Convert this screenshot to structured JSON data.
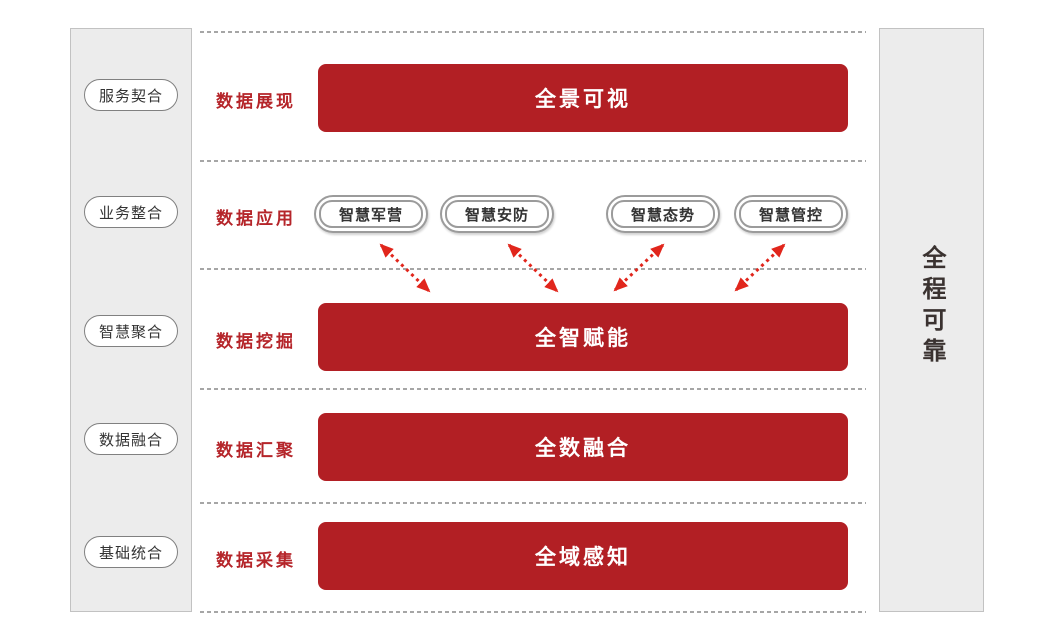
{
  "left_panel": {
    "items": [
      {
        "label": "服务契合"
      },
      {
        "label": "业务整合"
      },
      {
        "label": "智慧聚合"
      },
      {
        "label": "数据融合"
      },
      {
        "label": "基础统合"
      }
    ]
  },
  "right_panel": {
    "label": "全程可靠"
  },
  "rows": [
    {
      "label": "数据展现",
      "bar": "全景可视"
    },
    {
      "label": "数据应用",
      "pills": [
        "智慧军营",
        "智慧安防",
        "智慧态势",
        "智慧管控"
      ]
    },
    {
      "label": "数据挖掘",
      "bar": "全智赋能"
    },
    {
      "label": "数据汇聚",
      "bar": "全数融合"
    },
    {
      "label": "数据采集",
      "bar": "全域感知"
    }
  ],
  "colors": {
    "bar_red": "#b21f24",
    "label_red": "#b5252a",
    "arrow_red": "#e1261c",
    "panel_bg": "#ececec",
    "panel_border": "#c2c2c2",
    "dotted_gray": "#a6a6a6",
    "dark_text": "#3a3230"
  }
}
